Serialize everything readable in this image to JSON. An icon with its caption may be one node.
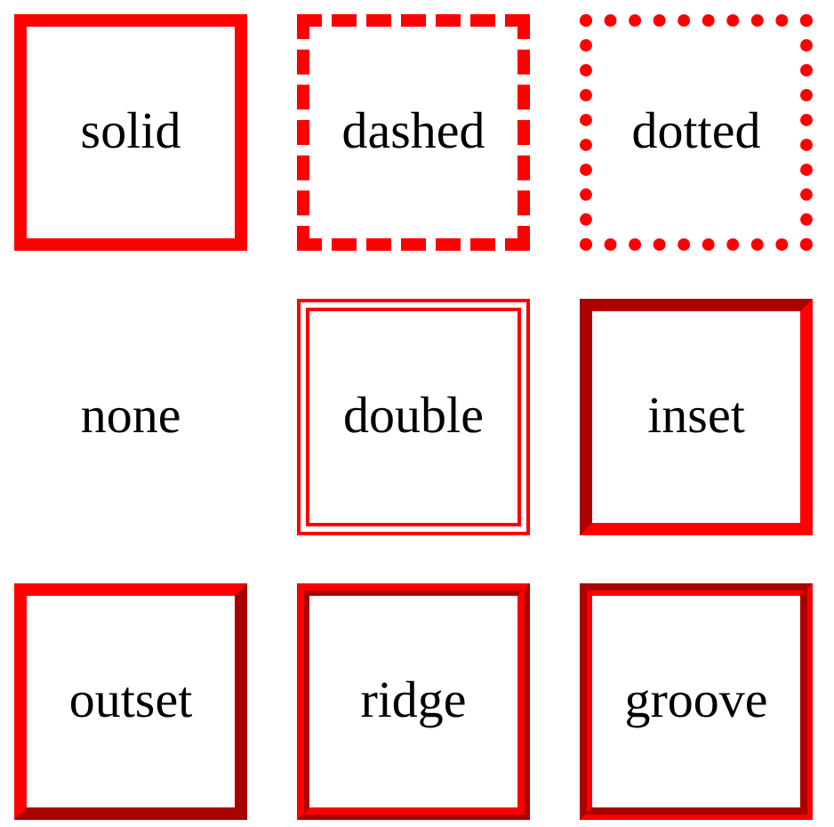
{
  "diagram": {
    "nodes": [
      {
        "text": [
          "solid"
        ]
      },
      {
        "text": [
          "dashed"
        ]
      },
      {
        "text": [
          "dotted"
        ]
      },
      {
        "text": [
          "none"
        ]
      },
      {
        "text": [
          "double"
        ]
      },
      {
        "text": [
          "inset"
        ]
      },
      {
        "text": [
          "outset"
        ]
      },
      {
        "text": [
          "ridge"
        ]
      },
      {
        "text": [
          "groove"
        ]
      }
    ]
  }
}
